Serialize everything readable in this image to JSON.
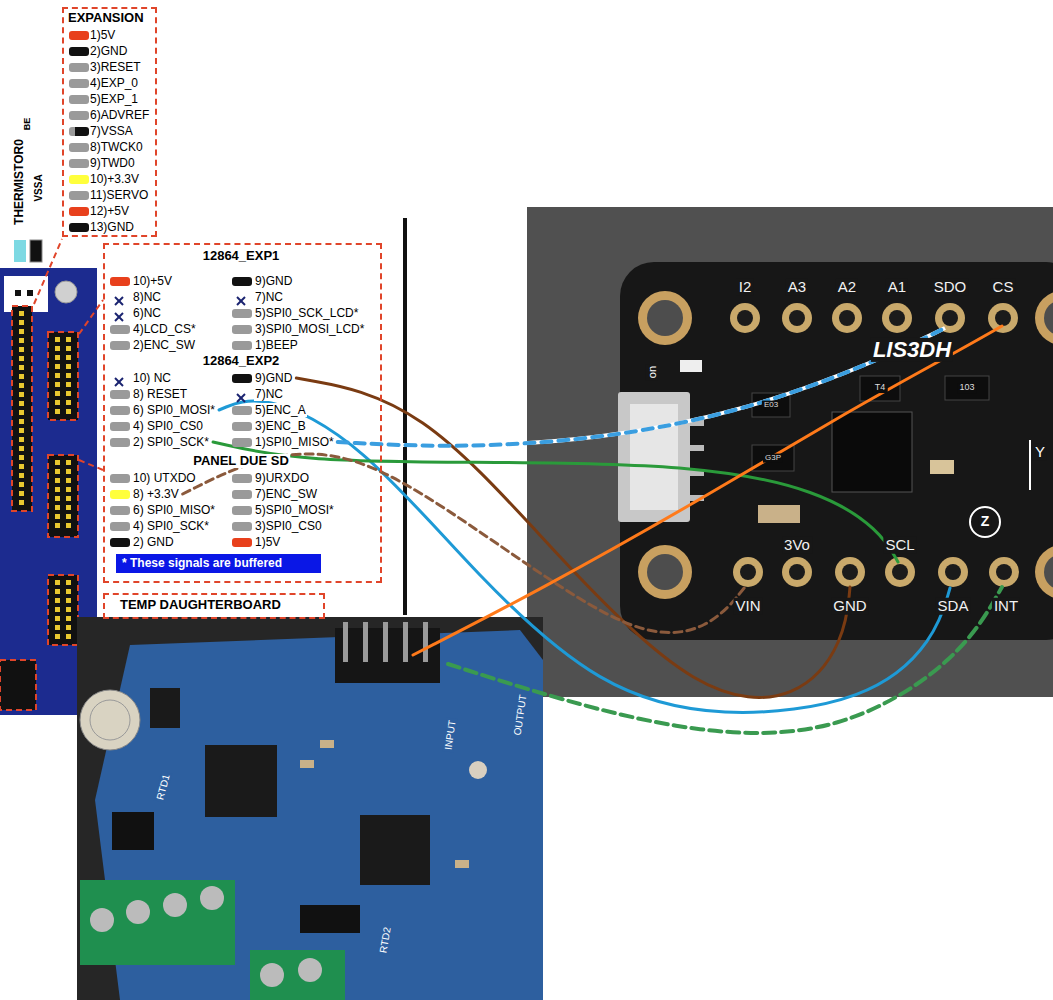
{
  "diagram": {
    "nodes": [
      {
        "text": [
          "EXPANSION",
          "1)5V",
          "2)GND",
          "3)RESET",
          "4)EXP_0",
          "5)EXP_1",
          "6)ADVREF",
          "7)VSSA",
          "8)TWCK0",
          "9)TWD0",
          "10)+3.3V",
          "11)SERVO",
          "12)+5V",
          "13)GND"
        ]
      },
      {
        "text": [
          "12864_EXP1",
          "10)+5V",
          "9)GND",
          "8)NC",
          "7)NC",
          "6)NC",
          "5)SPI0_SCK_LCD*",
          "4)LCD_CS*",
          "3)SPI0_MOSI_LCD*",
          "2)ENC_SW",
          "1)BEEP",
          "12864_EXP2",
          "10) NC",
          "9)GND",
          "8) RESET",
          "7)NC",
          "6) SPI0_MOSI*",
          "5)ENC_A",
          "4) SPI0_CS0",
          "3)ENC_B",
          "2) SPI0_SCK*",
          "1)SPI0_MISO*",
          "PANEL DUE SD",
          "10) UTXDO",
          "9)URXDO",
          "8) +3.3V",
          "7)ENC_SW",
          "6) SPI0_MISO*",
          "5)SPI0_MOSI*",
          "4) SPI0_SCK*",
          "3)SPI0_CS0",
          "2) GND",
          "1)5V"
        ]
      },
      {
        "text": [
          "* These signals are buffered"
        ],
        "in": 1
      },
      {
        "text": [
          "TEMP DAUGHTERBOARD"
        ]
      }
    ],
    "labels": [
      "THERMISTOR0",
      "BE",
      "VSSA",
      "I2",
      "A3",
      "A2",
      "A1",
      "SDO",
      "CS",
      "LIS3DH",
      "on",
      "E03",
      "T4",
      "103",
      "G3P",
      "3Vo",
      "SCL",
      "Z",
      "Y",
      "VIN",
      "GND",
      "SDA",
      "INT",
      "OUTPUT",
      "INPUT",
      "RTD1",
      "RTD2"
    ]
  }
}
